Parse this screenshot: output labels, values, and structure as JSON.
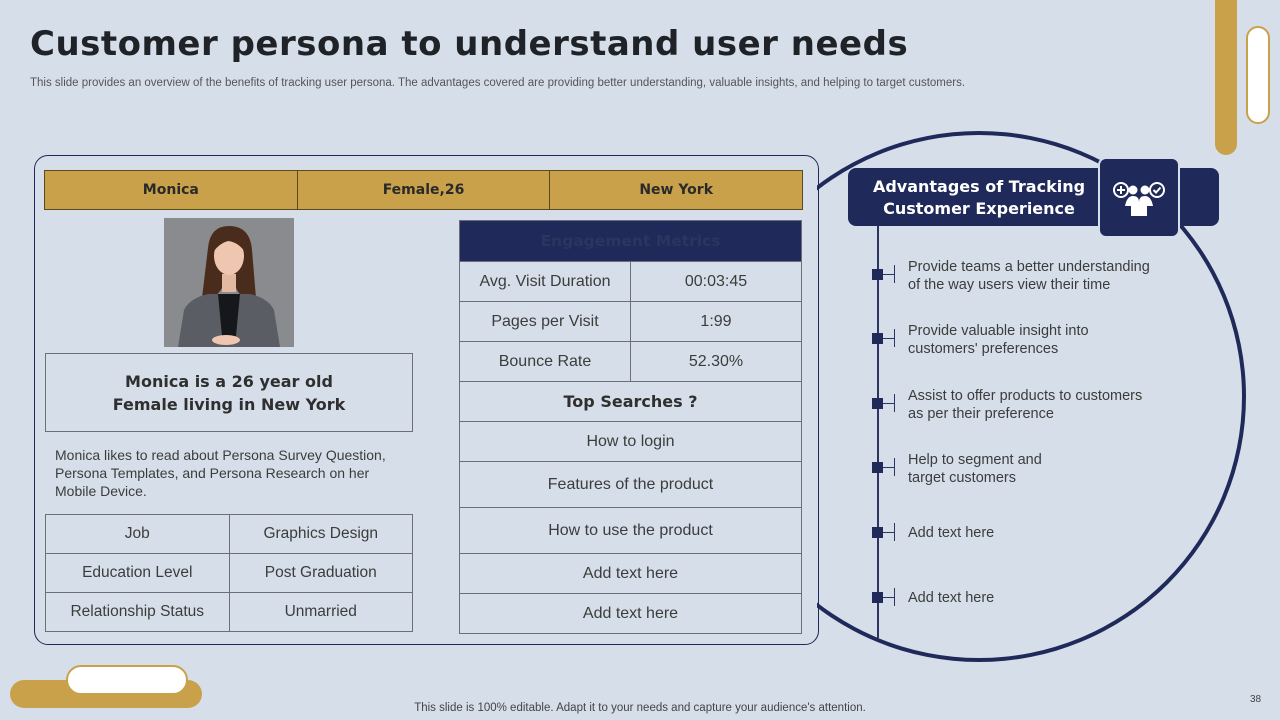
{
  "slide": {
    "title": "Customer persona to understand user needs",
    "subtitle": "This slide provides an overview of the benefits of tracking user persona. The advantages covered are providing better understanding, valuable insights, and helping to target customers.",
    "footer": "This slide is 100% editable. Adapt it to your needs and capture your audience's attention.",
    "page_number": "38"
  },
  "persona": {
    "header": [
      "Monica",
      "Female,26",
      "New York"
    ],
    "summary_line1": "Monica is a 26 year old",
    "summary_line2": "Female living in New York",
    "description": "Monica likes to read about Persona Survey Question, Persona Templates, and Persona Research on her Mobile Device.",
    "info": [
      {
        "label": "Job",
        "value": "Graphics Design"
      },
      {
        "label": "Education Level",
        "value": "Post Graduation"
      },
      {
        "label": "Relationship Status",
        "value": "Unmarried"
      }
    ]
  },
  "engagement": {
    "title": "Engagement Metrics",
    "metrics": [
      {
        "label": "Avg. Visit Duration",
        "value": "00:03:45"
      },
      {
        "label": "Pages per Visit",
        "value": "1:99"
      },
      {
        "label": "Bounce Rate",
        "value": "52.30%"
      }
    ],
    "searches_title": "Top Searches ?",
    "searches": [
      "How to login",
      "Features of the product",
      "How to use the product",
      "Add text here",
      "Add text here"
    ]
  },
  "advantages": {
    "title_line1": "Advantages of Tracking",
    "title_line2": "Customer Experience",
    "icon": "user-group-add-check-icon",
    "items": [
      {
        "line1": "Provide teams a better understanding",
        "line2": "of the way users view their time"
      },
      {
        "line1": "Provide valuable insight into",
        "line2": "customers' preferences"
      },
      {
        "line1": "Assist to offer products to customers",
        "line2": "as per their preference"
      },
      {
        "line1": "Help to segment and",
        "line2": "target customers"
      },
      {
        "line1": "Add text here",
        "line2": ""
      },
      {
        "line1": "Add text here",
        "line2": ""
      }
    ]
  },
  "colors": {
    "background": "#d6dfe9",
    "navy": "#1f2a5a",
    "gold": "#c9a14a"
  }
}
